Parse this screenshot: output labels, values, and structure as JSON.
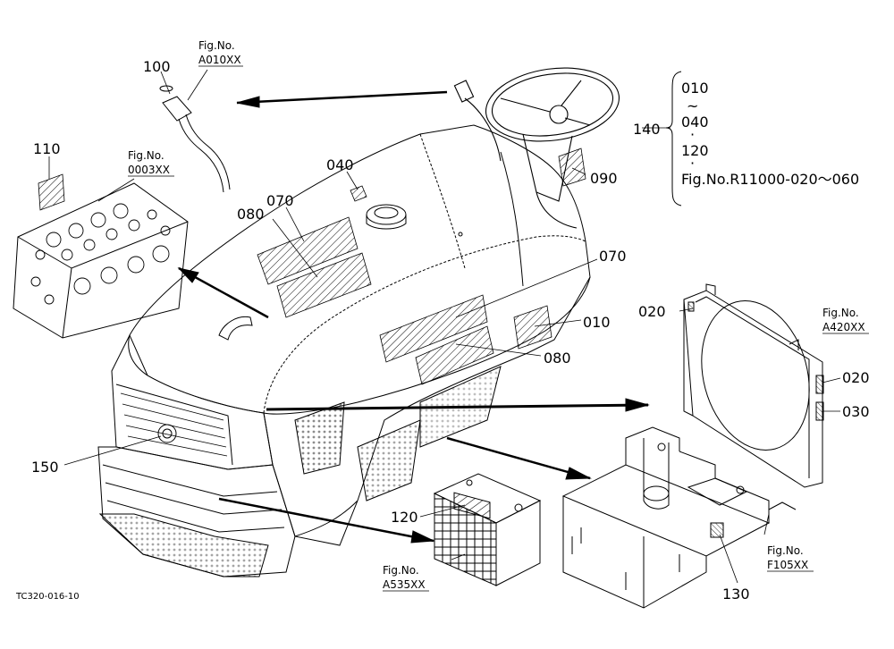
{
  "labels": {
    "p100": "100",
    "p110": "110",
    "p040": "040",
    "p070a": "070",
    "p080a": "080",
    "p090": "090",
    "p070b": "070",
    "p010": "010",
    "p080b": "080",
    "p020a": "020",
    "p020b": "020",
    "p030": "030",
    "p140": "140",
    "p150": "150",
    "p120": "120",
    "p130": "130"
  },
  "figrefs": {
    "a010_title": "Fig.No.",
    "a010_code": "A010XX",
    "f0003_title": "Fig.No.",
    "f0003_code": "0003XX",
    "a420_title": "Fig.No.",
    "a420_code": "A420XX",
    "a535_title": "Fig.No.",
    "a535_code": "A535XX",
    "f105_title": "Fig.No.",
    "f105_code": "F105XX"
  },
  "bracket": {
    "l1": "010",
    "l2": "~",
    "l3": "040",
    "l4": "·",
    "l5": "120",
    "l6": "·",
    "l7": "Fig.No.R11000-020～060"
  },
  "drawing_code": "TC320-016-10"
}
